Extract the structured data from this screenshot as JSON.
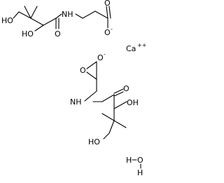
{
  "molecule": {
    "labels": {
      "ho_top": "HO",
      "ho_upper_mid": "HO",
      "nh_upper": "NH",
      "o_upper_carbonyl": "O",
      "o_upper_acid": "O",
      "o_upper_anion": "O",
      "ca": "Ca",
      "o_lower_acid": "O",
      "o_lower_anion": "O",
      "nh_lower": "NH",
      "o_lower_carbonyl": "O",
      "oh_lower": "OH",
      "ho_bottom": "HO",
      "water_h1": "H",
      "water_o": "O",
      "water_h2": "H"
    },
    "charges": {
      "upper_anion": "-",
      "calcium": "++",
      "lower_anion": "-"
    }
  }
}
